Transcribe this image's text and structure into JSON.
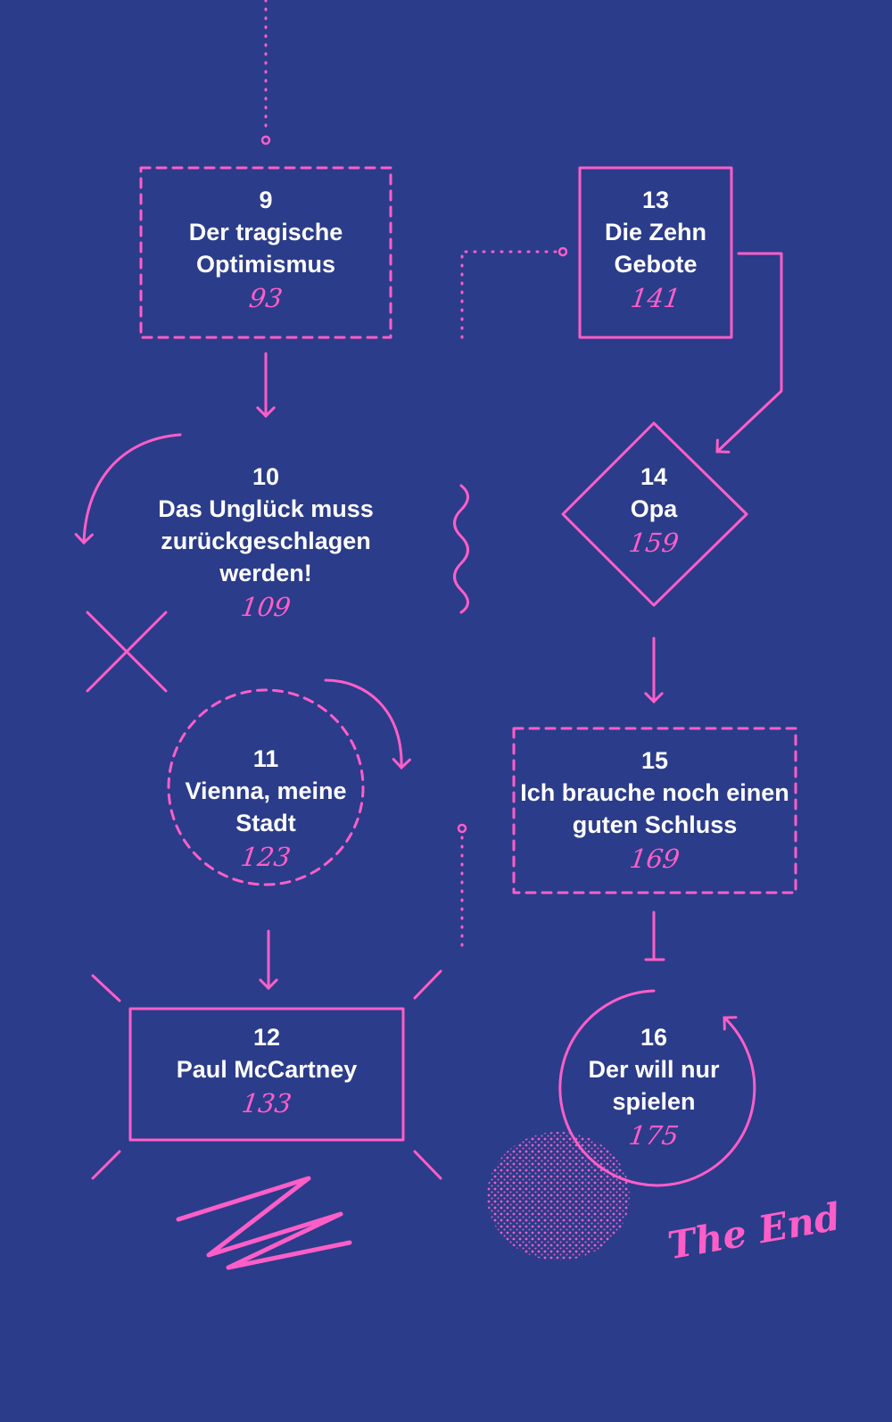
{
  "colors": {
    "background": "#2b3c8a",
    "accent": "#ff5ec8",
    "text": "#ffffff"
  },
  "chapters": [
    {
      "number": "9",
      "title": "Der tragische Optimismus",
      "page": "93",
      "shape": "dashed-rectangle"
    },
    {
      "number": "10",
      "title": "Das Unglück muss zurückgeschlagen werden!",
      "page": "109",
      "shape": "none"
    },
    {
      "number": "11",
      "title": "Vienna, meine Stadt",
      "page": "123",
      "shape": "dashed-circle"
    },
    {
      "number": "12",
      "title": "Paul McCartney",
      "page": "133",
      "shape": "rectangle"
    },
    {
      "number": "13",
      "title": "Die Zehn Gebote",
      "page": "141",
      "shape": "rectangle"
    },
    {
      "number": "14",
      "title": "Opa",
      "page": "159",
      "shape": "diamond"
    },
    {
      "number": "15",
      "title": "Ich brauche noch einen guten Schluss",
      "page": "169",
      "shape": "dashed-rectangle"
    },
    {
      "number": "16",
      "title": "Der will nur spielen",
      "page": "175",
      "shape": "circle-arrow"
    }
  ],
  "end_label": "The End"
}
